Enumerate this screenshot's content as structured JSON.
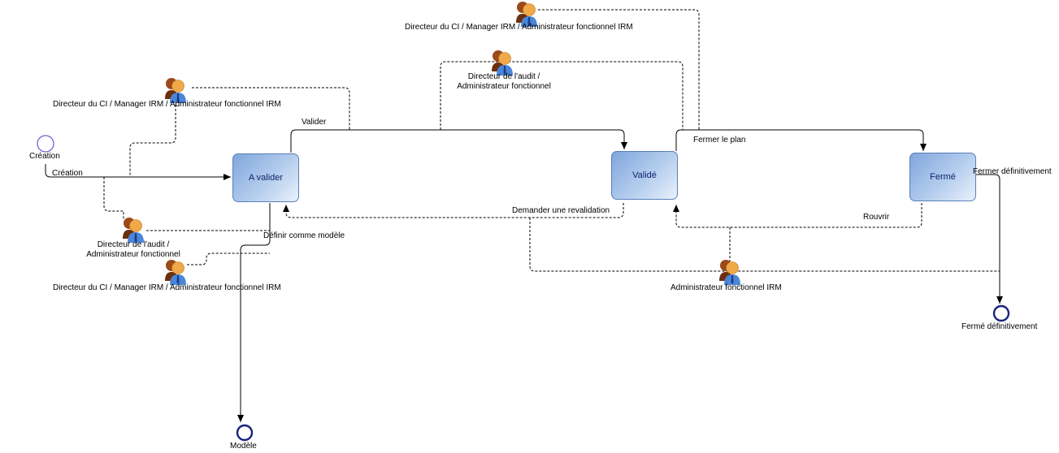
{
  "states": {
    "a_valider": "A valider",
    "valide": "Validé",
    "ferme": "Fermé"
  },
  "events": {
    "creation_start": "Création",
    "modele_end": "Modèle",
    "ferme_definitivement_end": "Fermé définitivement"
  },
  "transitions": {
    "creation": "Création",
    "valider": "Valider",
    "fermer_le_plan": "Fermer le plan",
    "fermer_definitivement": "Fermer définitivement",
    "demander_revalidation": "Demander une revalidation",
    "rouvrir": "Rouvrir",
    "definir_modele": "Définir comme modèle"
  },
  "roles": {
    "top_right": "Directeur du CI / Manager IRM / Administrateur fonctionnel IRM",
    "top_center": "Directeur de l'audit / Administrateur fonctionnel",
    "left_upper": "Directeur du CI / Manager IRM / Administrateur fonctionnel IRM",
    "left_mid": "Directeur de l'audit / Administrateur fonctionnel",
    "left_lower": "Directeur du CI / Manager IRM / Administrateur fonctionnel IRM",
    "bottom_center": "Administrateur fonctionnel IRM"
  },
  "colors": {
    "state_border": "#5a7fb8",
    "state_text": "#10236a",
    "start_event": "#6a5acd",
    "end_event": "#1a237e"
  }
}
